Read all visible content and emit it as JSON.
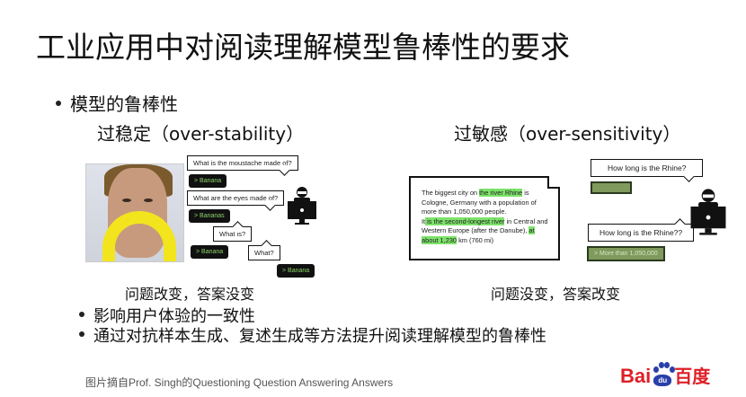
{
  "slide": {
    "title": "工业应用中对阅读理解模型鲁棒性的要求",
    "bullet_main": "模型的鲁棒性",
    "left": {
      "heading": "过稳定（over-stability）",
      "caption": "问题改变，答案没变",
      "dialog": [
        {
          "type": "question",
          "text": "What is the moustache made of?"
        },
        {
          "type": "answer",
          "text": "> Banana"
        },
        {
          "type": "question",
          "text": "What are the eyes made of?"
        },
        {
          "type": "answer",
          "text": "> Bananas"
        },
        {
          "type": "question",
          "text": "What is?"
        },
        {
          "type": "answer",
          "text": "> Banana"
        },
        {
          "type": "question",
          "text": "What?"
        },
        {
          "type": "answer",
          "text": "> Banana"
        }
      ]
    },
    "right": {
      "heading": "过敏感（over-sensitivity）",
      "caption": "问题没变，答案改变",
      "passage": {
        "p1_before": "The biggest city on ",
        "p1_hl": "the river Rhine",
        "p1_after": " is Cologne, Germany with a population of more than 1,050,000 people.",
        "p2_before": "It",
        "p2_hl": " is the second-longest river",
        "p2_after": " in Central and Western Europe (after the Danube), ",
        "p3_hl": "at about 1,230",
        "p3_after": " km (760 mi)"
      },
      "dialog": [
        {
          "type": "question",
          "text": "How long is the Rhine?"
        },
        {
          "type": "answer",
          "text": ""
        },
        {
          "type": "question",
          "text": "How long is the Rhine??"
        },
        {
          "type": "answer",
          "text": "> More than 1,050,000"
        }
      ]
    },
    "bullets": [
      "影响用户体验的一致性",
      "通过对抗样本生成、复述生成等方法提升阅读理解模型的鲁棒性"
    ],
    "footer_note": "图片摘自Prof. Singh的Questioning Question Answering Answers",
    "logo": {
      "bai": "Bai",
      "du": "du",
      "cn": "百度"
    }
  },
  "colors": {
    "highlight": "#7de36b",
    "baidu_red": "#de1f26",
    "baidu_blue": "#2a3fa8",
    "answer_text": "#8fd36a"
  }
}
